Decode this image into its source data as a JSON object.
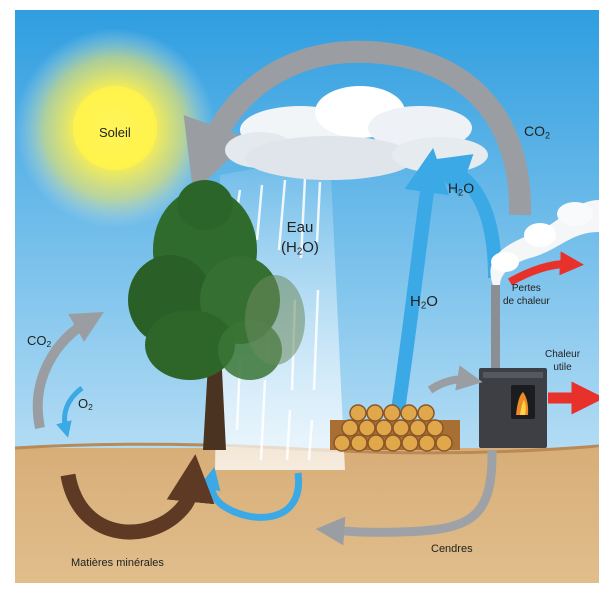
{
  "labels": {
    "soleil": "Soleil",
    "co2_top": {
      "base": "CO",
      "sub": "2"
    },
    "eau": {
      "line1": "Eau",
      "line2_pre": "(H",
      "line2_sub": "2",
      "line2_post": "O)"
    },
    "h2o_upper": {
      "pre": "H",
      "sub": "2",
      "post": "O"
    },
    "h2o_lower": {
      "pre": "H",
      "sub": "2",
      "post": "O"
    },
    "pertes": {
      "line1": "Pertes",
      "line2": "de chaleur"
    },
    "chaleur": {
      "line1": "Chaleur",
      "line2": "utile"
    },
    "co2_left": {
      "base": "CO",
      "sub": "2"
    },
    "o2": {
      "base": "O",
      "sub": "2"
    },
    "cendres": "Cendres",
    "matieres": "Matières minérales"
  },
  "colors": {
    "sky_top": "#2f9ee0",
    "sky_bottom": "#a9d8f3",
    "ground": "#d9b27e",
    "grey_arrow": "#9a9ea3",
    "blue_arrow": "#3aa9e6",
    "brown_arrow": "#5e3a24",
    "red_arrow": "#e8312b",
    "sun": "#fff24a",
    "tree": "#2f6b2c",
    "stove": "#3d3f44"
  },
  "icons": [
    "sun-icon",
    "cloud-icon",
    "rain-icon",
    "tree-icon",
    "wood-pile-icon",
    "stove-icon",
    "chimney-smoke-icon"
  ]
}
